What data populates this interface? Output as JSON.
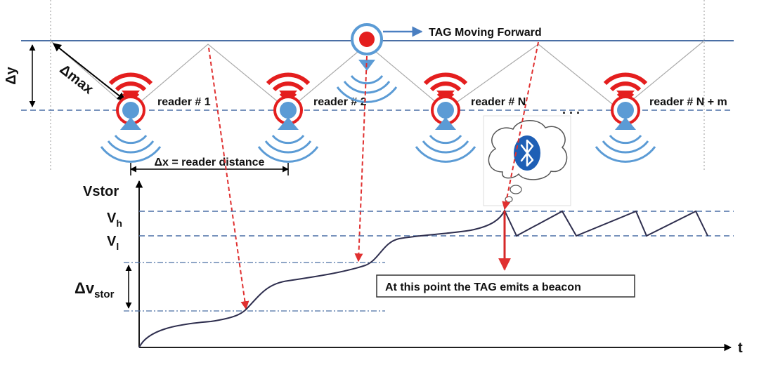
{
  "tag": {
    "label": "TAG Moving Forward"
  },
  "readers": [
    {
      "label": "reader # 1"
    },
    {
      "label": "reader # 2"
    },
    {
      "label": "reader # N"
    },
    {
      "label": "reader # N + m"
    }
  ],
  "ellipsis": ". . .",
  "dimensions": {
    "dy": "Δy",
    "dmax": "Δmax",
    "dx": "Δx = reader distance",
    "dv_main": "Δv",
    "dv_sub": "stor"
  },
  "graph": {
    "ylabel": "Vstor",
    "xlabel": "t",
    "vh_main": "V",
    "vh_sub": "h",
    "vl_main": "V",
    "vl_sub": "l"
  },
  "beacon": {
    "label": "At this point the TAG emits a beacon"
  },
  "colors": {
    "red": "#E41E1E",
    "blue": "#5B9BD5",
    "line": "#4A6FA5",
    "curve": "#2E2E4E",
    "arrow": "#E03030"
  },
  "icons": {
    "bluetooth": "bluetooth-icon",
    "cloud": "thought-cloud"
  }
}
